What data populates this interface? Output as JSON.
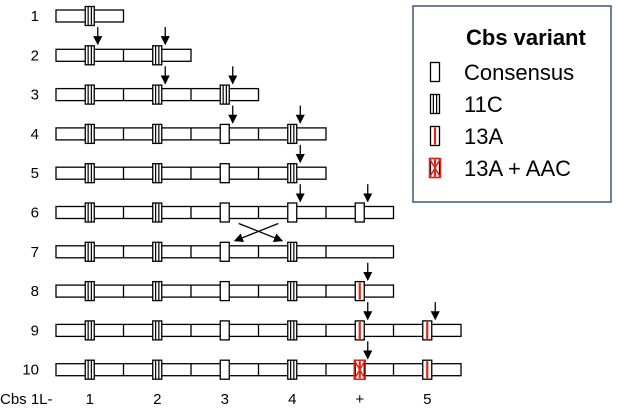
{
  "rows": [
    {
      "label": "1",
      "segments": 1,
      "sites": [
        "11C"
      ]
    },
    {
      "label": "2",
      "segments": 2,
      "sites": [
        "11C",
        "11C"
      ]
    },
    {
      "label": "3",
      "segments": 3,
      "sites": [
        "11C",
        "11C",
        "11C"
      ]
    },
    {
      "label": "4",
      "segments": 4,
      "sites": [
        "11C",
        "11C",
        "Consensus",
        "11C"
      ]
    },
    {
      "label": "5",
      "segments": 4,
      "sites": [
        "11C",
        "11C",
        "Consensus",
        "11C"
      ]
    },
    {
      "label": "6",
      "segments": 5,
      "sites": [
        "11C",
        "11C",
        "Consensus",
        "Consensus",
        "Consensus"
      ]
    },
    {
      "label": "7",
      "segments": 5,
      "sites": [
        "11C",
        "11C",
        "Consensus",
        "11C",
        null
      ]
    },
    {
      "label": "8",
      "segments": 5,
      "sites": [
        "11C",
        "11C",
        "Consensus",
        "11C",
        "13A"
      ]
    },
    {
      "label": "9",
      "segments": 6,
      "sites": [
        "11C",
        "11C",
        "Consensus",
        "11C",
        "13A",
        "13A"
      ]
    },
    {
      "label": "10",
      "segments": 6,
      "sites": [
        "11C",
        "11C",
        "Consensus",
        "11C",
        "13A + AAC",
        "13A"
      ]
    }
  ],
  "arrows": [
    {
      "from": [
        1,
        1
      ],
      "to": [
        2,
        1
      ]
    },
    {
      "from": [
        1,
        2
      ],
      "to": [
        2,
        2
      ]
    },
    {
      "from": [
        2,
        2
      ],
      "to": [
        3,
        2
      ]
    },
    {
      "from": [
        2,
        3
      ],
      "to": [
        3,
        3
      ]
    },
    {
      "from": [
        3,
        3
      ],
      "to": [
        4,
        3
      ]
    },
    {
      "from": [
        3,
        4
      ],
      "to": [
        4,
        4
      ]
    },
    {
      "from": [
        4,
        4
      ],
      "to": [
        5,
        4
      ]
    },
    {
      "from": [
        5,
        4
      ],
      "to": [
        6,
        4
      ]
    },
    {
      "from": [
        5,
        5
      ],
      "to": [
        6,
        5
      ]
    },
    {
      "from": [
        6,
        3
      ],
      "to": [
        7,
        4
      ]
    },
    {
      "from": [
        6,
        4
      ],
      "to": [
        7,
        3
      ]
    },
    {
      "from": [
        7,
        5
      ],
      "to": [
        8,
        5
      ]
    },
    {
      "from": [
        8,
        5
      ],
      "to": [
        9,
        5
      ]
    },
    {
      "from": [
        8,
        6
      ],
      "to": [
        9,
        6
      ]
    },
    {
      "from": [
        9,
        5
      ],
      "to": [
        10,
        5
      ]
    }
  ],
  "x_axis": {
    "label": "Cbs 1L-",
    "ticks": [
      "1",
      "2",
      "3",
      "4",
      "+",
      "5"
    ]
  },
  "legend": {
    "title": "Cbs  variant",
    "items": [
      {
        "key": "Consensus",
        "label": "Consensus"
      },
      {
        "key": "11C",
        "label": "11C"
      },
      {
        "key": "13A",
        "label": "13A"
      },
      {
        "key": "13A + AAC",
        "label": "13A + AAC"
      }
    ]
  },
  "colors": {
    "line": "#000000",
    "marker_red": "#d9271c",
    "legend_border": "#3d5673"
  }
}
